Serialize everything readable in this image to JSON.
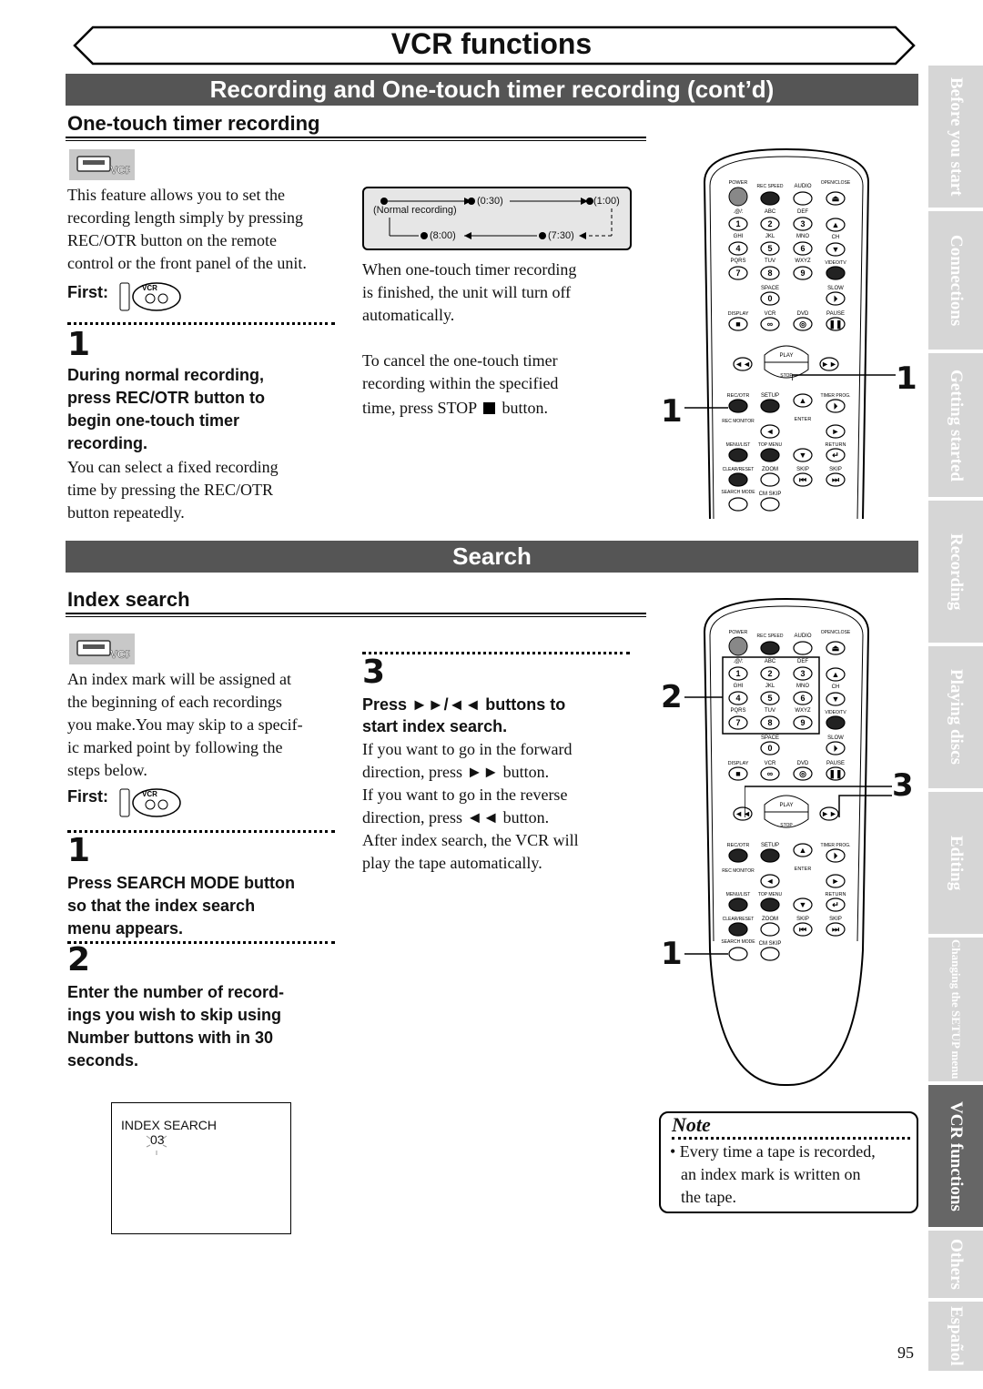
{
  "header": {
    "title": "VCR functions",
    "section1": "Recording and One-touch timer recording (cont’d)",
    "section2": "Search"
  },
  "one_touch": {
    "heading": "One-touch timer recording",
    "badge": "VCR",
    "intro": [
      "This feature allows you to set the",
      "recording length simply by pressing",
      "REC/OTR button on the remote",
      "control or the front panel of the unit."
    ],
    "first_label": "First:",
    "step1_num": "1",
    "step1_bold": [
      "During normal recording,",
      "press REC/OTR button to",
      "begin one-touch timer",
      "recording."
    ],
    "step1_text": [
      "You can select a fixed recording",
      "time by pressing the REC/OTR",
      "button repeatedly."
    ],
    "diagram": {
      "normal": "(Normal recording)",
      "t030": "(0:30)",
      "t100": "(1:00)",
      "t800": "(8:00)",
      "t730": "(7:30)"
    },
    "finish_text": [
      "When one-touch timer recording",
      "is finished, the unit will turn off",
      "automatically."
    ],
    "cancel_text": [
      "To cancel the one-touch timer",
      "recording within the specified"
    ],
    "cancel_text_last_pre": "time, press STOP",
    "cancel_text_last_post": "button.",
    "callout_left": "1",
    "callout_right": "1"
  },
  "index_search": {
    "heading": "Index search",
    "badge": "VCR",
    "intro": [
      "An index mark will be assigned at",
      "the beginning of each recordings",
      "you make.You may skip to a specif-",
      "ic marked point by following the",
      "steps below."
    ],
    "first_label": "First:",
    "step1_num": "1",
    "step1_bold": [
      "Press SEARCH MODE button",
      "so that the index search",
      "menu appears."
    ],
    "step2_num": "2",
    "step2_bold": [
      "Enter the number of record-",
      "ings you wish to skip using",
      "Number buttons with in 30",
      "seconds."
    ],
    "step3_num": "3",
    "step3_bold_1": "Press ►►/◄◄ buttons to",
    "step3_bold_2": "start index search.",
    "step3_text": [
      "If you want to go in the forward",
      "direction, press ►► button.",
      "If you want to go in the reverse",
      "direction, press ◄◄ button.",
      "After index search, the VCR will",
      "play the tape automatically."
    ],
    "osd_title": "INDEX SEARCH",
    "osd_value": "03",
    "callout_2": "2",
    "callout_3": "3",
    "callout_1": "1"
  },
  "note": {
    "title": "Note",
    "text": [
      "• Every time a tape is recorded,",
      "an index mark is written on",
      "the tape."
    ]
  },
  "remote": {
    "power": "POWER",
    "rec_speed": "REC SPEED",
    "audio": "AUDIO",
    "open_close": "OPEN/CLOSE",
    "r1": [
      ".@/:",
      "ABC",
      "DEF"
    ],
    "r1n": [
      "1",
      "2",
      "3"
    ],
    "r2": [
      "GHI",
      "JKL",
      "MNO"
    ],
    "r2n": [
      "4",
      "5",
      "6"
    ],
    "r3": [
      "PQRS",
      "TUV",
      "WXYZ"
    ],
    "r3n": [
      "7",
      "8",
      "9"
    ],
    "ch": "CH",
    "video_tv": "VIDEO/TV",
    "space": "SPACE",
    "zero": "0",
    "slow": "SLOW",
    "display": "DISPLAY",
    "vcr": "VCR",
    "dvd": "DVD",
    "pause": "PAUSE",
    "play": "PLAY",
    "stop": "STOP",
    "rec_otr": "REC/OTR",
    "setup": "SETUP",
    "timer_prog": "TIMER PROG.",
    "rec_monitor": "REC MONITOR",
    "enter": "ENTER",
    "menu_list": "MENU/LIST",
    "top_menu": "TOP MENU",
    "return": "RETURN",
    "clear_reset": "CLEAR/RESET",
    "zoom": "ZOOM",
    "skip1": "SKIP",
    "skip2": "SKIP",
    "search_mode": "SEARCH MODE",
    "cm_skip": "CM SKIP"
  },
  "side_tabs": [
    "Before you start",
    "Connections",
    "Getting started",
    "Recording",
    "Playing discs",
    "Editing",
    "Changing the SETUP menu",
    "VCR functions",
    "Others",
    "Español"
  ],
  "page_number": "95"
}
